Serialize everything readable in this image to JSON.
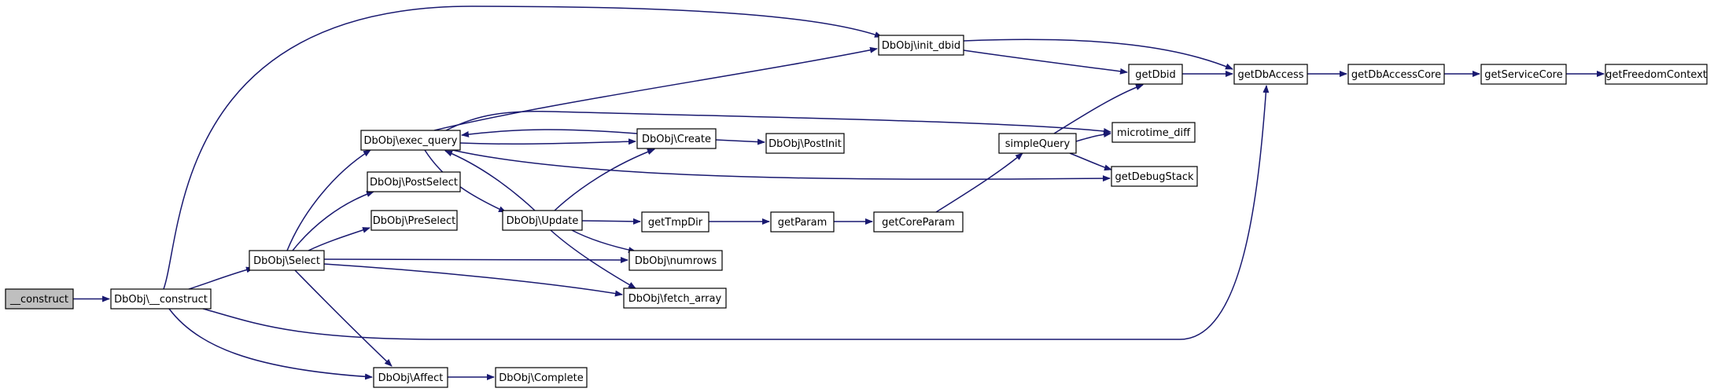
{
  "colors": {
    "edge": "#191970",
    "node_fill": "#ffffff",
    "node_border": "#000000",
    "root_fill": "#bfbfbf",
    "text": "#000000"
  },
  "nodes": [
    {
      "id": "n_construct",
      "label": "__construct",
      "root": true
    },
    {
      "id": "n_dbobj_construct",
      "label": "DbObj\\__construct"
    },
    {
      "id": "n_select",
      "label": "DbObj\\Select"
    },
    {
      "id": "n_exec_query",
      "label": "DbObj\\exec_query"
    },
    {
      "id": "n_postselect",
      "label": "DbObj\\PostSelect"
    },
    {
      "id": "n_preselect",
      "label": "DbObj\\PreSelect"
    },
    {
      "id": "n_update",
      "label": "DbObj\\Update"
    },
    {
      "id": "n_affect",
      "label": "DbObj\\Affect"
    },
    {
      "id": "n_complete",
      "label": "DbObj\\Complete"
    },
    {
      "id": "n_create",
      "label": "DbObj\\Create"
    },
    {
      "id": "n_postinit",
      "label": "DbObj\\PostInit"
    },
    {
      "id": "n_gettmpdir",
      "label": "getTmpDir"
    },
    {
      "id": "n_numrows",
      "label": "DbObj\\numrows"
    },
    {
      "id": "n_fetch_array",
      "label": "DbObj\\fetch_array"
    },
    {
      "id": "n_getparam",
      "label": "getParam"
    },
    {
      "id": "n_getcoreparam",
      "label": "getCoreParam"
    },
    {
      "id": "n_init_dbid",
      "label": "DbObj\\init_dbid"
    },
    {
      "id": "n_simplequery",
      "label": "simpleQuery"
    },
    {
      "id": "n_getdbid",
      "label": "getDbid"
    },
    {
      "id": "n_microtime_diff",
      "label": "microtime_diff"
    },
    {
      "id": "n_getdebugstack",
      "label": "getDebugStack"
    },
    {
      "id": "n_getdbaccess",
      "label": "getDbAccess"
    },
    {
      "id": "n_getdbaccesscore",
      "label": "getDbAccessCore"
    },
    {
      "id": "n_getservicecore",
      "label": "getServiceCore"
    },
    {
      "id": "n_getfreedomcontext",
      "label": "getFreedomContext"
    }
  ],
  "edges": [
    {
      "from": "n_construct",
      "to": "n_dbobj_construct"
    },
    {
      "from": "n_dbobj_construct",
      "to": "n_select"
    },
    {
      "from": "n_dbobj_construct",
      "to": "n_init_dbid"
    },
    {
      "from": "n_dbobj_construct",
      "to": "n_getdbaccess"
    },
    {
      "from": "n_dbobj_construct",
      "to": "n_affect"
    },
    {
      "from": "n_select",
      "to": "n_exec_query"
    },
    {
      "from": "n_select",
      "to": "n_postselect"
    },
    {
      "from": "n_select",
      "to": "n_preselect"
    },
    {
      "from": "n_select",
      "to": "n_numrows"
    },
    {
      "from": "n_select",
      "to": "n_fetch_array"
    },
    {
      "from": "n_select",
      "to": "n_affect"
    },
    {
      "from": "n_exec_query",
      "to": "n_init_dbid"
    },
    {
      "from": "n_exec_query",
      "to": "n_microtime_diff"
    },
    {
      "from": "n_exec_query",
      "to": "n_create"
    },
    {
      "from": "n_exec_query",
      "to": "n_getdebugstack"
    },
    {
      "from": "n_exec_query",
      "to": "n_update"
    },
    {
      "from": "n_create",
      "to": "n_exec_query"
    },
    {
      "from": "n_create",
      "to": "n_postinit"
    },
    {
      "from": "n_update",
      "to": "n_exec_query"
    },
    {
      "from": "n_update",
      "to": "n_create"
    },
    {
      "from": "n_update",
      "to": "n_gettmpdir"
    },
    {
      "from": "n_update",
      "to": "n_numrows"
    },
    {
      "from": "n_update",
      "to": "n_fetch_array"
    },
    {
      "from": "n_affect",
      "to": "n_complete"
    },
    {
      "from": "n_gettmpdir",
      "to": "n_getparam"
    },
    {
      "from": "n_getparam",
      "to": "n_getcoreparam"
    },
    {
      "from": "n_getcoreparam",
      "to": "n_simplequery"
    },
    {
      "from": "n_simplequery",
      "to": "n_getdbid"
    },
    {
      "from": "n_simplequery",
      "to": "n_microtime_diff"
    },
    {
      "from": "n_simplequery",
      "to": "n_getdebugstack"
    },
    {
      "from": "n_init_dbid",
      "to": "n_getdbid"
    },
    {
      "from": "n_init_dbid",
      "to": "n_getdbaccess"
    },
    {
      "from": "n_getdbid",
      "to": "n_getdbaccess"
    },
    {
      "from": "n_getdbaccess",
      "to": "n_getdbaccesscore"
    },
    {
      "from": "n_getdbaccesscore",
      "to": "n_getservicecore"
    },
    {
      "from": "n_getservicecore",
      "to": "n_getfreedomcontext"
    }
  ]
}
